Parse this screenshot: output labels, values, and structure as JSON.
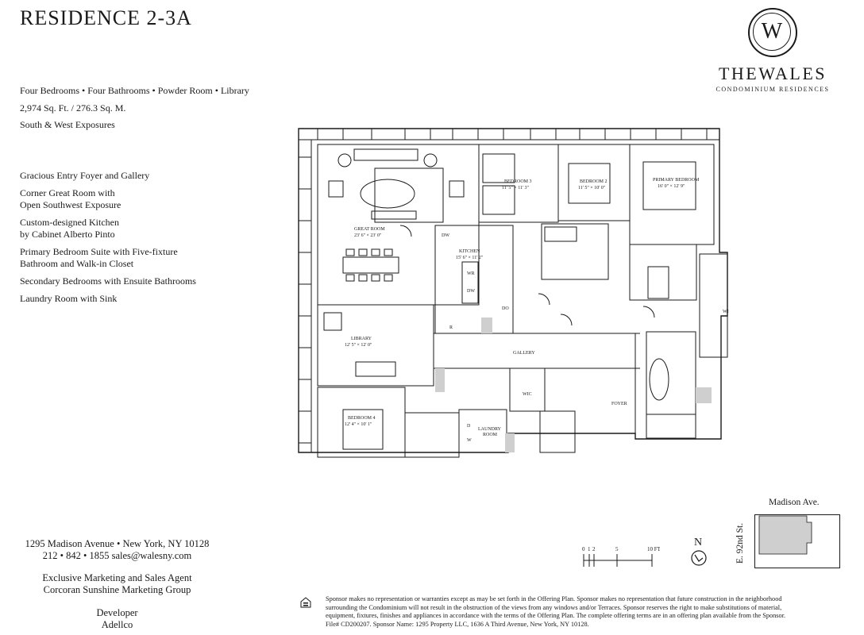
{
  "header": {
    "title": "RESIDENCE 2-3A",
    "specs": [
      "Four Bedrooms • Four Bathrooms • Powder Room • Library",
      "2,974 Sq. Ft. / 276.3 Sq. M.",
      "South & West Exposures"
    ]
  },
  "features": [
    [
      "Gracious Entry Foyer and Gallery"
    ],
    [
      "Corner Great Room with",
      "Open Southwest Exposure"
    ],
    [
      "Custom-designed Kitchen",
      "by Cabinet Alberto Pinto"
    ],
    [
      "Primary Bedroom Suite with Five-fixture",
      "Bathroom and Walk-in Closet"
    ],
    [
      "Secondary Bedrooms with Ensuite Bathrooms"
    ],
    [
      "Laundry Room with Sink"
    ]
  ],
  "logo": {
    "monogram": "W",
    "brand": "THEWALES",
    "subtitle": "CONDOMINIUM RESIDENCES"
  },
  "rooms": {
    "great_room": {
      "name": "GREAT ROOM",
      "dims": "23' 6\" × 23' 0\""
    },
    "bedroom3": {
      "name": "BEDROOM 3",
      "dims": "11' 5\" × 11' 3\""
    },
    "bedroom2": {
      "name": "BEDROOM 2",
      "dims": "11' 5\" × 10' 0\""
    },
    "primary": {
      "name": "PRIMARY BEDROOM",
      "dims": "16' 0\" × 12' 9\""
    },
    "kitchen": {
      "name": "KITCHEN",
      "dims": "15' 6\" × 11' 2\""
    },
    "library": {
      "name": "LIBRARY",
      "dims": "12' 5\" × 12' 0\""
    },
    "bedroom4": {
      "name": "BEDROOM 4",
      "dims": "12' 4\" × 10' 1\""
    },
    "gallery": "GALLERY",
    "foyer": "FOYER",
    "wic": "WIC",
    "laundry": [
      "LAUNDRY",
      "ROOM"
    ],
    "appliances": {
      "dw": "DW",
      "wr": "WR",
      "do": "DO",
      "r": "R",
      "d": "D",
      "w": "W"
    }
  },
  "contact": {
    "address": "1295 Madison Avenue • New York, NY 10128",
    "phone_email": "212 • 842 • 1855   sales@walesny.com"
  },
  "agent": {
    "line1": "Exclusive Marketing and Sales Agent",
    "line2": "Corcoran Sunshine Marketing Group"
  },
  "developer": {
    "label": "Developer",
    "name": "Adellco"
  },
  "scale": {
    "ticks": [
      "0",
      "1",
      "2",
      "5",
      "10 FT"
    ]
  },
  "compass": {
    "label": "N"
  },
  "keymap": {
    "avenue": "Madison Ave.",
    "street": "E. 92nd St."
  },
  "disclaimer": [
    "Sponsor makes no representation or warranties except as may be set forth in the Offering Plan. Sponsor makes no representation that future construction in the neighborhood",
    "surrounding the Condominium will not result in the obstruction of the views from any windows and/or Terraces. Sponsor reserves the right to make substitutions of material,",
    "equipment, fixtures, finishes and appliances in accordance with the terms of the Offering Plan. The complete offering terms are in an offering plan available from the Sponsor.",
    "File# CD200207. Sponsor Name: 1295 Property LLC, 1636 A Third Avenue, New York, NY 10128."
  ]
}
